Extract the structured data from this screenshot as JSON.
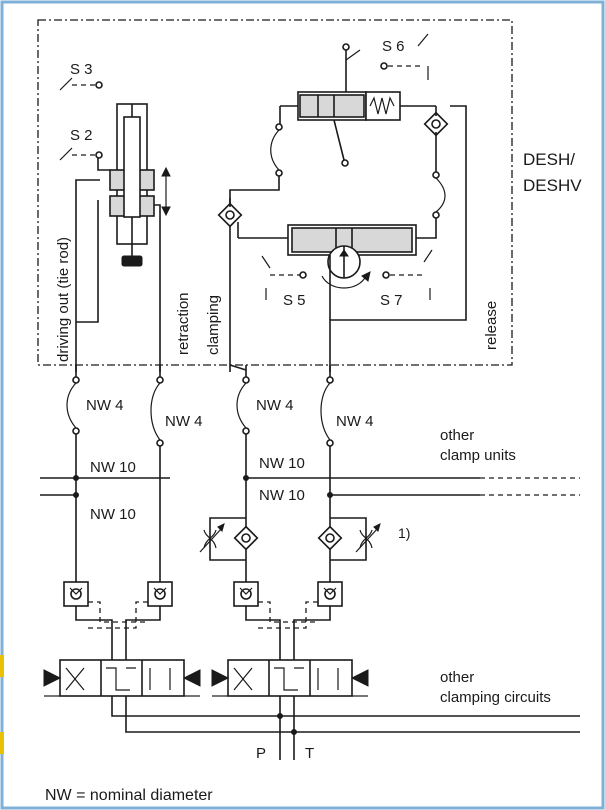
{
  "colors": {
    "frame": "#7fb0d8",
    "line": "#1a1a1a",
    "accent_bar": "#e8c200"
  },
  "switches": {
    "s3": "S 3",
    "s2": "S 2",
    "s6": "S 6",
    "s5": "S 5",
    "s7": "S 7"
  },
  "unit_label": {
    "line1": "DESH/",
    "line2": "DESHV"
  },
  "port_labels": {
    "driving_out": "driving out (tie rod)",
    "retraction": "retraction",
    "clamping": "clamping",
    "release": "release"
  },
  "hoses": [
    "NW 4",
    "NW 4",
    "NW 4",
    "NW 4"
  ],
  "pipes": {
    "left_nw10_upper": "NW 10",
    "left_nw10_lower": "NW 10",
    "right_nw10_upper": "NW 10",
    "right_nw10_lower": "NW 10"
  },
  "other_clamp_units": {
    "line1": "other",
    "line2": "clamp units"
  },
  "other_clamping_circuits": {
    "line1": "other",
    "line2": "clamping circuits"
  },
  "footnote_marker": "1)",
  "supply": {
    "p": "P",
    "t": "T"
  },
  "legend": "NW = nominal diameter"
}
